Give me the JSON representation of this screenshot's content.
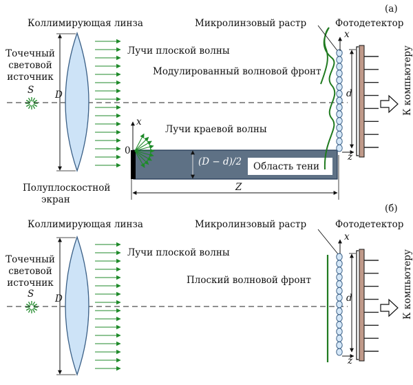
{
  "panel_a": {
    "tag": "(а)",
    "lens_title": "Коллимирующая линза",
    "source_label": [
      "Точечный",
      "световой",
      "источник"
    ],
    "source_symbol": "S",
    "diameter_symbol": "D",
    "rays_label": "Лучи плоской волны",
    "wavefront_label": "Модулированный волновой фронт",
    "edge_rays_label": "Лучи краевой волны",
    "screen_label": [
      "Полуплоскостной",
      "экран"
    ],
    "shadow_label": "Область тени",
    "shadow_offset": "(D − d)/2",
    "origin": "0",
    "distance_symbol": "Z",
    "microlens_label": "Микролинзовый растр",
    "detector_label": "Фотодетектор",
    "computer_label": "К компьютеру",
    "axis_x": "x",
    "axis_z": "z",
    "aperture_symbol": "d"
  },
  "panel_b": {
    "tag": "(б)",
    "lens_title": "Коллимирующая линза",
    "source_label": [
      "Точечный",
      "световой",
      "источник"
    ],
    "source_symbol": "S",
    "diameter_symbol": "D",
    "rays_label": "Лучи плоской волны",
    "wavefront_label": "Плоский волновой фронт",
    "microlens_label": "Микролинзовый растр",
    "detector_label": "Фотодетектор",
    "computer_label": "К компьютеру",
    "axis_x": "x",
    "axis_z": "z",
    "aperture_symbol": "d"
  },
  "colors": {
    "ray": "#1f8a2a",
    "wavefront": "#1f7a1f",
    "lens_fill": "#cde3f7",
    "lens_stroke": "#3a5f86",
    "shadow_fill": "#5e7185",
    "shadow_stroke": "#1f3552",
    "detector_fill": "#c09a8a",
    "microlens_fill": "#d6e8f8"
  }
}
